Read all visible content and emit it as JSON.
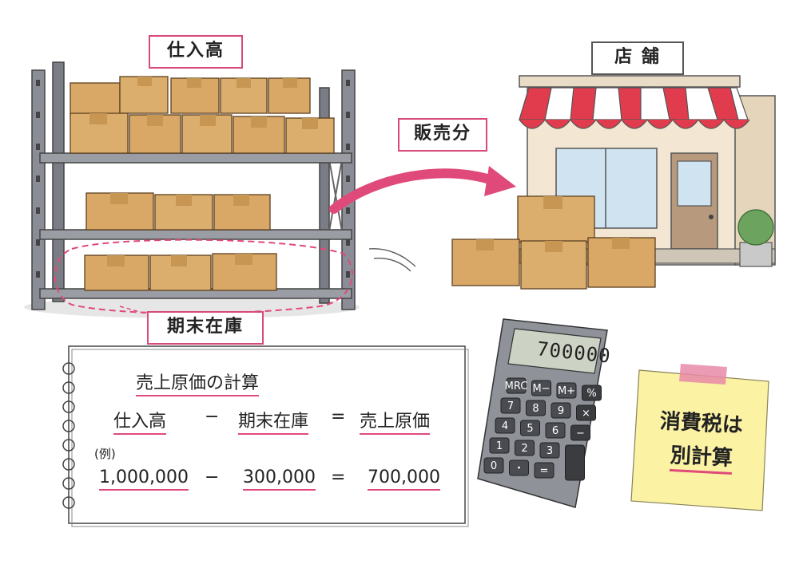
{
  "labels": {
    "purchases": "仕入高",
    "shop": "店 舗",
    "sold": "販売分",
    "ending_inventory": "期末在庫"
  },
  "note": {
    "title": "売上原価の計算",
    "formula": {
      "term1": "仕入高",
      "op1": "−",
      "term2": "期末在庫",
      "eq": "=",
      "result": "売上原価"
    },
    "example_label": "(例)",
    "example": {
      "v1": "1,000,000",
      "op1": "−",
      "v2": "300,000",
      "eq": "=",
      "result": "700,000"
    }
  },
  "calculator": {
    "display": "700000",
    "keys": [
      "MRC",
      "M−",
      "M+",
      "%",
      "7",
      "8",
      "9",
      "×",
      "4",
      "5",
      "6",
      "−",
      "1",
      "2",
      "3",
      "",
      "0",
      "・",
      "=",
      "+"
    ]
  },
  "sticky": {
    "line1": "消費税は",
    "line2": "別計算"
  },
  "colors": {
    "accent": "#e04a7a",
    "box": "#d9a867",
    "shelf": "#7d8088",
    "awning_red": "#e03c4e",
    "sticky": "#fbf2a4"
  }
}
